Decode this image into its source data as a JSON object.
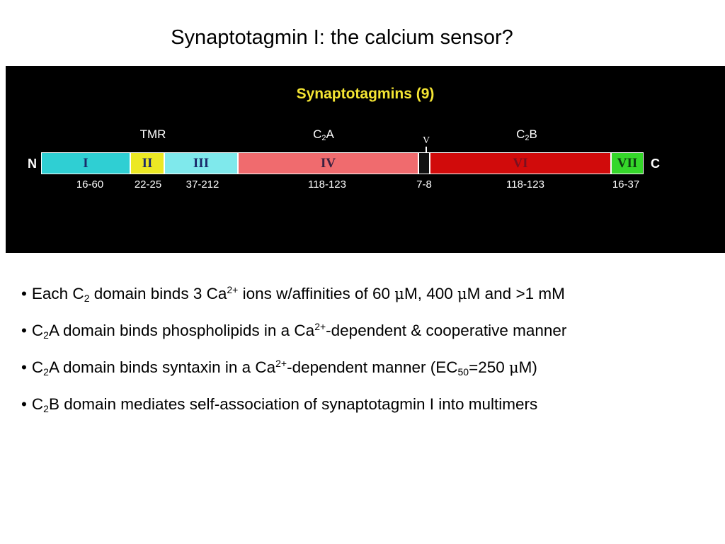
{
  "slide": {
    "title": "Synaptotagmin I: the calcium sensor?"
  },
  "figure": {
    "title": "Synaptotagmins (9)",
    "n_terminus": "N",
    "c_terminus": "C",
    "v_marker": "V",
    "region_labels": [
      {
        "text": "TMR"
      },
      {
        "pre": "C",
        "sub": "2",
        "post": "A"
      },
      {
        "pre": "C",
        "sub": "2",
        "post": "B"
      }
    ],
    "domains": [
      {
        "label": "I",
        "range": "16-60",
        "color": "#2fcfd3",
        "text_color": "#1a2a6a"
      },
      {
        "label": "II",
        "range": "22-25",
        "color": "#ece824",
        "text_color": "#1a2a6a"
      },
      {
        "label": "III",
        "range": "37-212",
        "color": "#7fe9ec",
        "text_color": "#1a2a6a"
      },
      {
        "label": "IV",
        "range": "118-123",
        "color": "#f06b6e",
        "text_color": "#3a2040"
      },
      {
        "label": "",
        "range": "7-8",
        "color": "#111111",
        "text_color": "#ffffff"
      },
      {
        "label": "VI",
        "range": "118-123",
        "color": "#d10b0b",
        "text_color": "#7a1020"
      },
      {
        "label": "VII",
        "range": "16-37",
        "color": "#35d72a",
        "text_color": "#0d3a10"
      }
    ]
  },
  "bullets": {
    "bullet_char": "•",
    "micro": "μ",
    "items": [
      {
        "t1": "Each C",
        "s1": "2",
        "t2": " domain binds 3 Ca",
        "p1": "2+",
        "t3": " ions w/affinities of 60 ",
        "m1": "μ",
        "t4": "M, 400 ",
        "m2": "μ",
        "t5": "M and >1 mM"
      },
      {
        "t1": "C",
        "s1": "2",
        "t2": "A domain binds phospholipids in a Ca",
        "p1": "2+",
        "t3": "-dependent & cooperative manner"
      },
      {
        "t1": "C",
        "s1": "2",
        "t2": "A domain binds syntaxin in a Ca",
        "p1": "2+",
        "t3": "-dependent manner (EC",
        "s2": "50",
        "t4": "=250 ",
        "m1": "μ",
        "t5": "M)"
      },
      {
        "t1": "C",
        "s1": "2",
        "t2": "B domain mediates self-association of synaptotagmin I into multimers"
      }
    ]
  }
}
